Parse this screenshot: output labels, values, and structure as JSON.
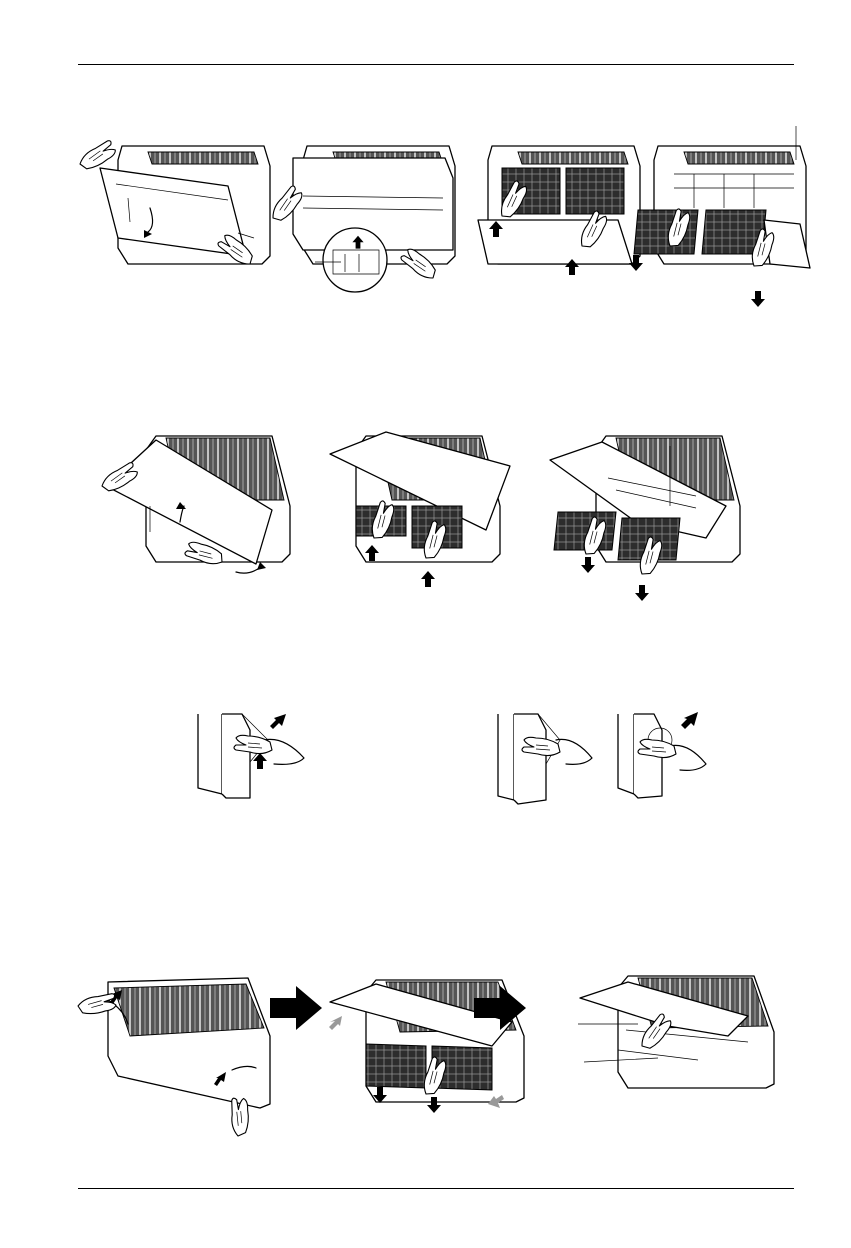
{
  "figures": [
    {
      "name": "figure-row-1",
      "steps": 4
    },
    {
      "name": "figure-row-2",
      "steps": 3
    },
    {
      "name": "figure-row-3",
      "steps": 3
    },
    {
      "name": "figure-row-4",
      "steps": 3
    }
  ]
}
